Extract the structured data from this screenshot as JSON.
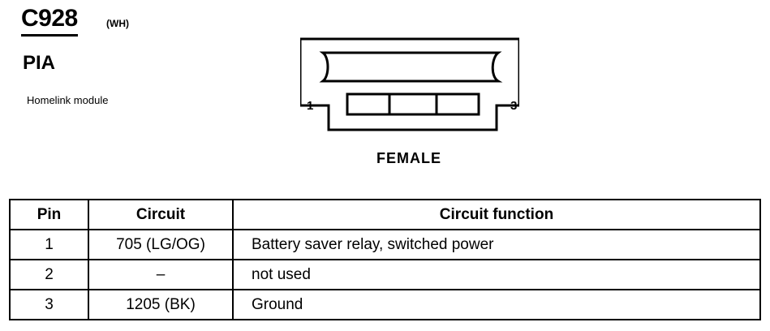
{
  "connector": {
    "id": "C928",
    "color_code": "(WH)",
    "location": "PIA",
    "description": "Homelink module",
    "gender": "FEMALE",
    "pin_label_left": "1",
    "pin_label_right": "3"
  },
  "table": {
    "headers": {
      "pin": "Pin",
      "circuit": "Circuit",
      "function": "Circuit function"
    },
    "rows": [
      {
        "pin": "1",
        "circuit": "705 (LG/OG)",
        "function": "Battery saver relay, switched power"
      },
      {
        "pin": "2",
        "circuit": "–",
        "function": "not used"
      },
      {
        "pin": "3",
        "circuit": "1205 (BK)",
        "function": "Ground"
      }
    ]
  }
}
